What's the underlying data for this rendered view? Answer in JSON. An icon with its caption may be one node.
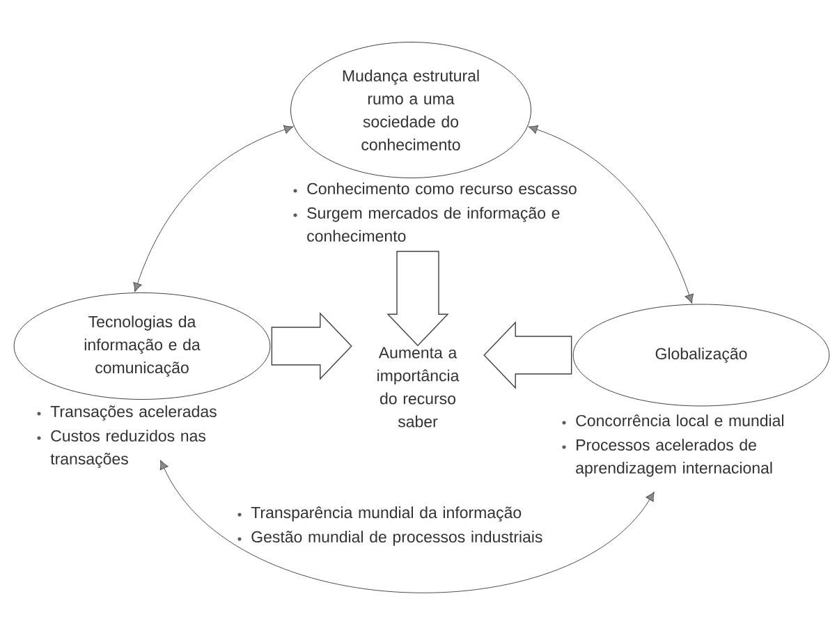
{
  "diagram": {
    "nodes": [
      {
        "text": [
          "Mudança estrutural rumo a uma sociedade do conhecimento"
        ],
        "beside": [
          "Conhecimento como recurso escasso",
          "Surgem mercados de informação e conhecimento"
        ]
      },
      {
        "text": [
          "Tecnologias da informação e da comunicação"
        ],
        "beside": [
          "Transações aceleradas",
          "Custos reduzidos nas transações"
        ]
      },
      {
        "text": [
          "Globalização"
        ],
        "beside": [
          "Concorrência local e mundial",
          "Processos acelerados de aprendizagem internacional"
        ]
      },
      {
        "text": [
          "Aumenta a importância do recurso saber"
        ]
      }
    ],
    "edges": [
      {
        "from": 0,
        "to": 1,
        "arrow": "both"
      },
      {
        "from": 0,
        "to": 2,
        "arrow": "both"
      },
      {
        "from": 1,
        "to": 2,
        "arrow": "both"
      },
      {
        "from": 0,
        "to": 3,
        "arrow": "to",
        "style": "thick"
      },
      {
        "from": 1,
        "to": 3,
        "arrow": "to",
        "style": "thick"
      },
      {
        "from": 2,
        "to": 3,
        "arrow": "to",
        "style": "thick"
      }
    ],
    "labels": [
      "Transparência mundial da informação",
      "Gestão mundial de processos industriais"
    ]
  }
}
